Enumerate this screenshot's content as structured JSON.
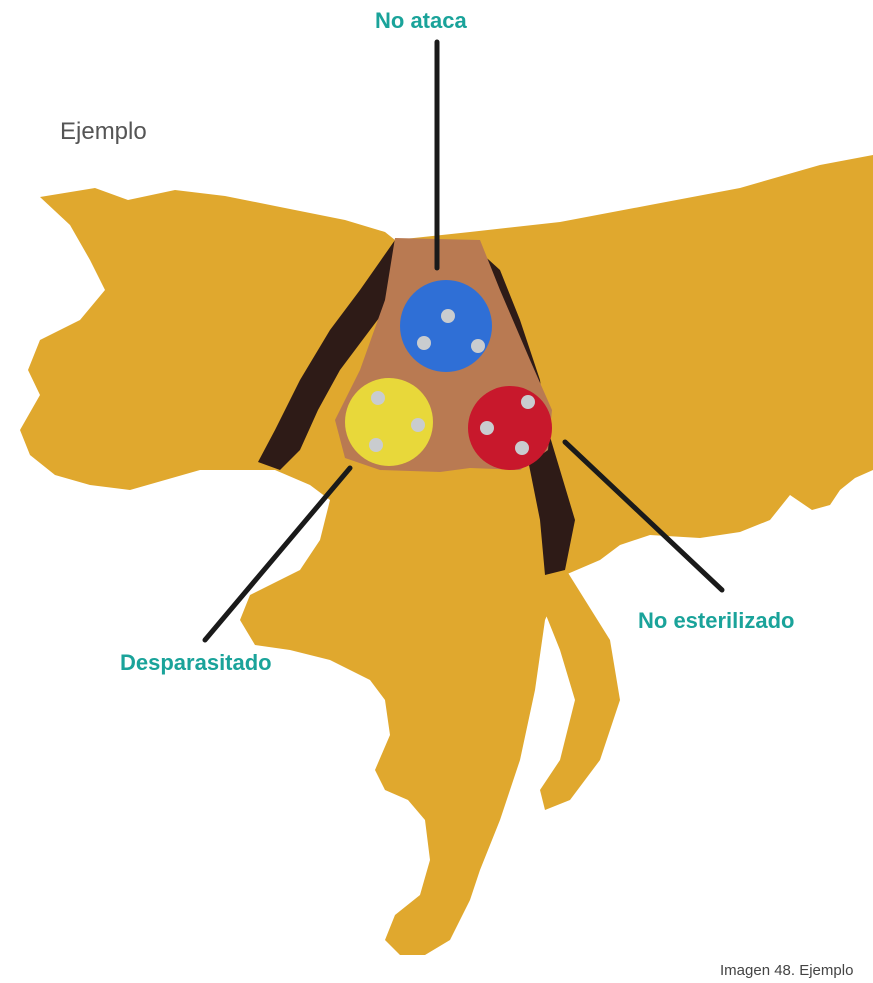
{
  "title": "Ejemplo",
  "caption": "Imagen 48. Ejemplo",
  "labels": {
    "top": "No ataca",
    "left": "Desparasitado",
    "right": "No esterilizado"
  },
  "colors": {
    "dog": "#E0A82E",
    "harness_plate": "#B97A52",
    "strap": "#2E1B17",
    "label_text": "#1AA39A",
    "leader_line": "#1a1a1a",
    "disc_blue": "#2F6FD6",
    "disc_yellow": "#E8D83A",
    "disc_red": "#C8182C",
    "rivet": "#C9CCCF"
  },
  "discs": [
    {
      "name": "blue-disc",
      "color": "blue",
      "meaning": "No ataca"
    },
    {
      "name": "yellow-disc",
      "color": "yellow",
      "meaning": "Desparasitado"
    },
    {
      "name": "red-disc",
      "color": "red",
      "meaning": "No esterilizado"
    }
  ]
}
